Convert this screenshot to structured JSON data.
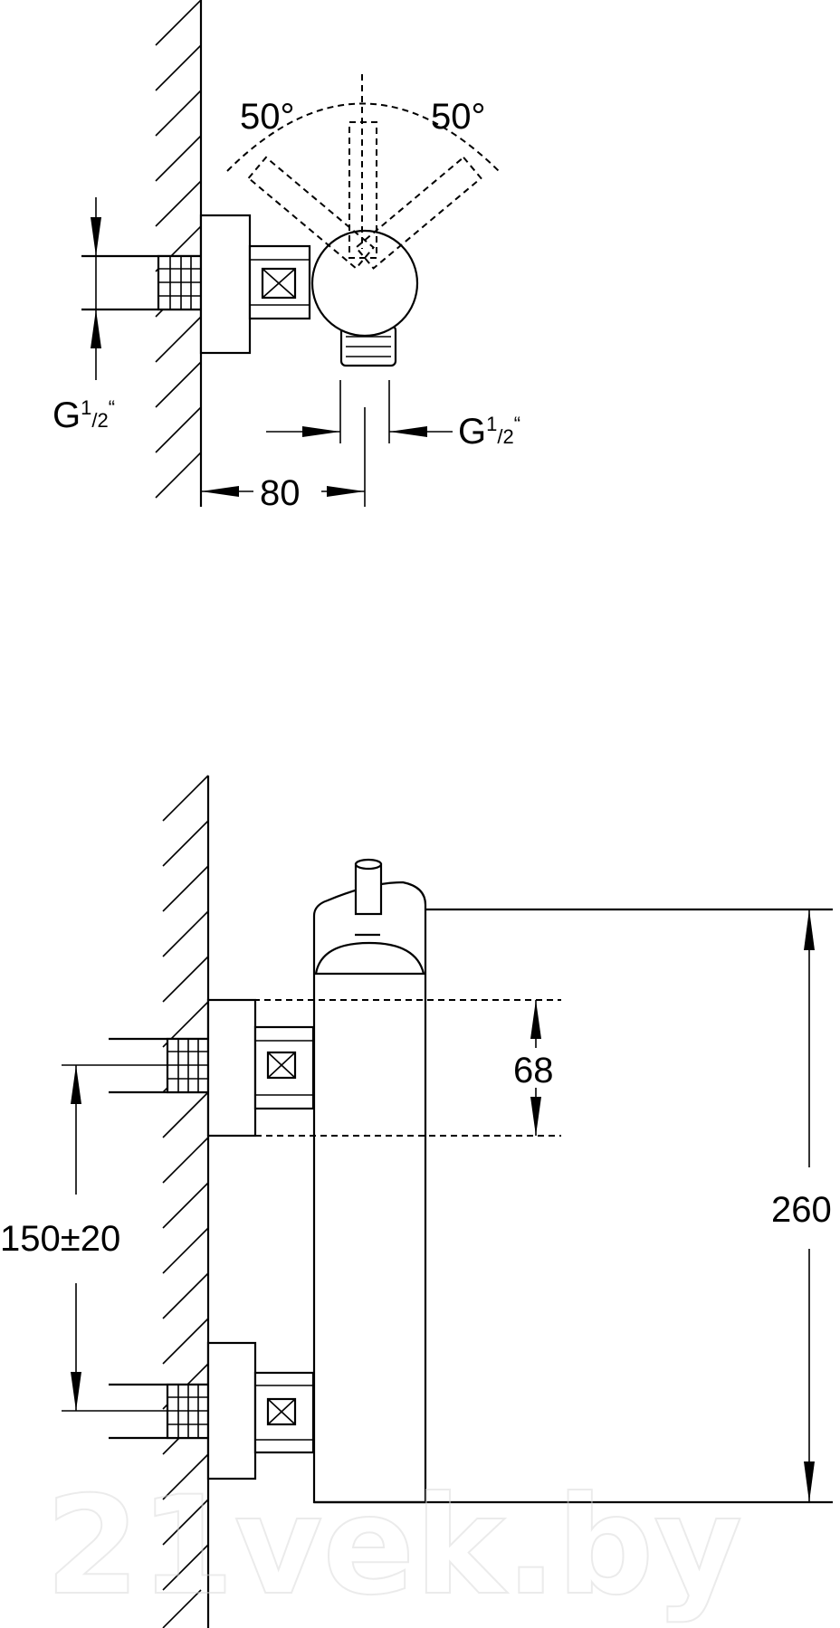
{
  "top_view": {
    "angle_left": "50°",
    "angle_right": "50°",
    "thread_left": {
      "base": "G",
      "sup": "1",
      "sub": "/2",
      "mark": "“"
    },
    "thread_right": {
      "base": "G",
      "sup": "1",
      "sub": "/2",
      "mark": "“"
    },
    "offset": "80"
  },
  "side_view": {
    "cartridge_span": "68",
    "inlet_spacing": "150±20",
    "total_height": "260"
  },
  "watermark": "21vek.by"
}
